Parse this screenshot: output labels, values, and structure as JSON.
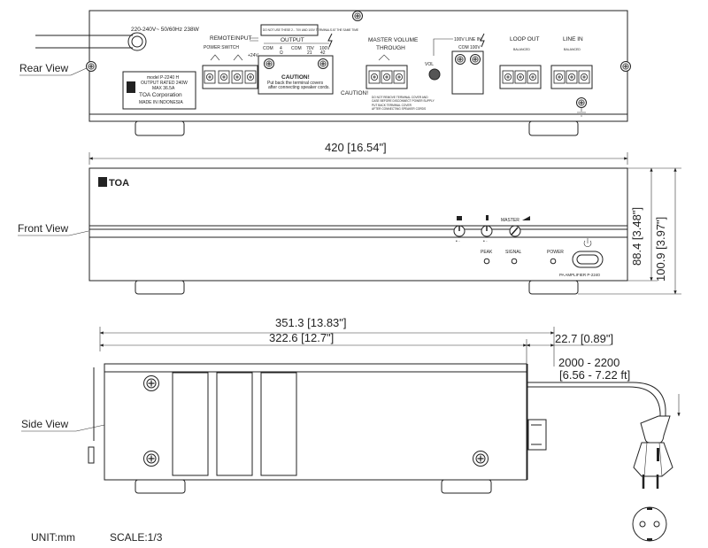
{
  "views": {
    "rear": "Rear View",
    "front": "Front View",
    "side": "Side View"
  },
  "footer": {
    "unit": "UNIT:mm",
    "scale": "SCALE:1/3"
  },
  "dimensions": {
    "width": "420 [16.54\"]",
    "front_height": "88.4 [3.48\"]",
    "total_height": "100.9 [3.97\"]",
    "depth_total": "351.3 [13.83\"]",
    "depth_body": "322.6 [12.7\"]",
    "rear_protrusion": "22.7 [0.89\"]",
    "cord_length": "2000 - 2200",
    "cord_length_ft": "[6.56 - 7.22 ft]"
  },
  "rear_panel": {
    "power_rating": "220-240V~ 50/60Hz 238W",
    "remote": "REMOTE",
    "power_switch": "POWER SWITCH",
    "input": "INPUT",
    "input_rating": "+24V",
    "output": "OUTPUT",
    "out_terms": [
      "COM",
      "4",
      "COM",
      "70V",
      "100V"
    ],
    "out_sub": [
      "",
      "Ω",
      "",
      "21",
      "42"
    ],
    "output_note": "DO NOT USE THESE 2... 70V AND 100V TERMINALS AT THE SAME TIME",
    "caution_title": "CAUTION!",
    "caution_text1": "Put back the terminal covers",
    "caution_text2": "after connecting speaker cords.",
    "caution_label": "CAUTION!",
    "caution_note1": "DO NOT REMOVE TERMINAL COVER AND",
    "caution_note2": "CASE BEFORE DISCONNECT POWER SUPPLY",
    "caution_note3": "PUT BACK TERMINAL COVER",
    "caution_note4": "AFTER CONNECTING SPEAKER CORDS",
    "master_volume": "MASTER VOLUME",
    "through": "THROUGH",
    "vol": "VOL",
    "line_in_100v": "100V LINE IN",
    "com": "COM",
    "v100": "100V",
    "loop_out": "LOOP OUT",
    "line_in": "LINE IN",
    "bal": "BALANCED",
    "model": "model P-2240 H",
    "output_rated": "OUTPUT RATED 240W",
    "serial": "MAX 36.5A",
    "corp": "TOA Corporation",
    "made_in": "MADE IN INDONESIA"
  },
  "front_panel": {
    "logo": "TOA",
    "master": "MASTER",
    "peak": "PEAK",
    "signal": "SIGNAL",
    "power": "POWER",
    "model": "PA AMPLIFIER P-2240"
  }
}
